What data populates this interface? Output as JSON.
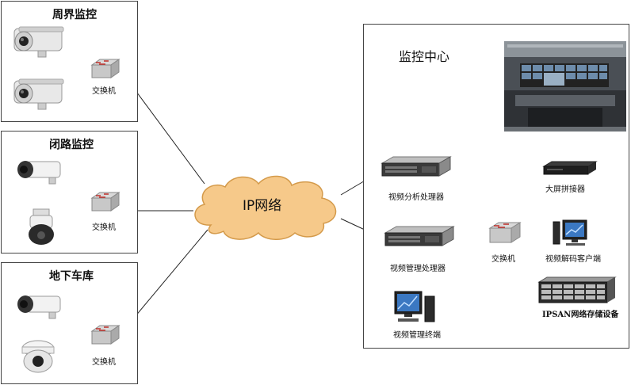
{
  "zones": {
    "perimeter": {
      "title": "周界监控",
      "switch_label": "交换机"
    },
    "cctv": {
      "title": "闭路监控",
      "switch_label": "交换机"
    },
    "garage": {
      "title": "地下车库",
      "switch_label": "交换机"
    }
  },
  "network": {
    "label": "IP网络"
  },
  "center": {
    "title": "监控中心",
    "video_analysis": "视频分析处理器",
    "video_management": "视频管理处理器",
    "mgmt_terminal": "视频管理终端",
    "switch_label": "交换机",
    "splicer": "大屏拼接器",
    "decoder_client": "视频解码客户端",
    "storage": "IPSAN网络存储设备"
  }
}
